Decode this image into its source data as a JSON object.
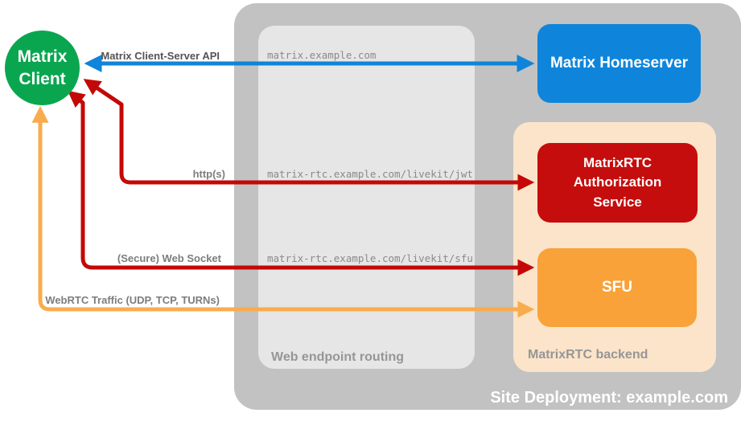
{
  "diagram_title": "Site Deployment: example.com",
  "client": {
    "lines": [
      "Matrix",
      "Client"
    ],
    "color": "#0aa64f"
  },
  "homeserver": {
    "label": "Matrix Homeserver",
    "color": "#0e85da"
  },
  "auth_service": {
    "lines": [
      "MatrixRTC",
      "Authorization",
      "Service"
    ],
    "color": "#c50d0d"
  },
  "sfu": {
    "label": "SFU",
    "color": "#f8a239"
  },
  "containers": {
    "site": {
      "label": "Site Deployment: example.com",
      "color": "#c2c2c2"
    },
    "routing": {
      "label": "Web endpoint routing",
      "color": "#e6e6e6"
    },
    "backend": {
      "label": "MatrixRTC backend",
      "color": "#fbe4c9"
    }
  },
  "arrows": [
    {
      "name": "matrix-client-server-api",
      "label": "Matrix Client-Server API",
      "endpoint": "matrix.example.com",
      "color": "#0e85da",
      "from": "Matrix Client",
      "to": "Matrix Homeserver",
      "bidirectional": true
    },
    {
      "name": "https",
      "label": "http(s)",
      "endpoint": "matrix-rtc.example.com/livekit/jwt",
      "color": "#c40808",
      "from": "Matrix Client",
      "to": "MatrixRTC Authorization Service",
      "bidirectional": true
    },
    {
      "name": "secure-web-socket",
      "label": "(Secure) Web Socket",
      "endpoint": "matrix-rtc.example.com/livekit/sfu",
      "color": "#c40808",
      "from": "Matrix Client",
      "to": "SFU",
      "bidirectional": true
    },
    {
      "name": "webrtc-traffic",
      "label": "WebRTC Traffic (UDP, TCP, TURNs)",
      "endpoint": "",
      "color": "#f9ac4d",
      "from": "Matrix Client",
      "to": "SFU",
      "bidirectional": true
    }
  ]
}
